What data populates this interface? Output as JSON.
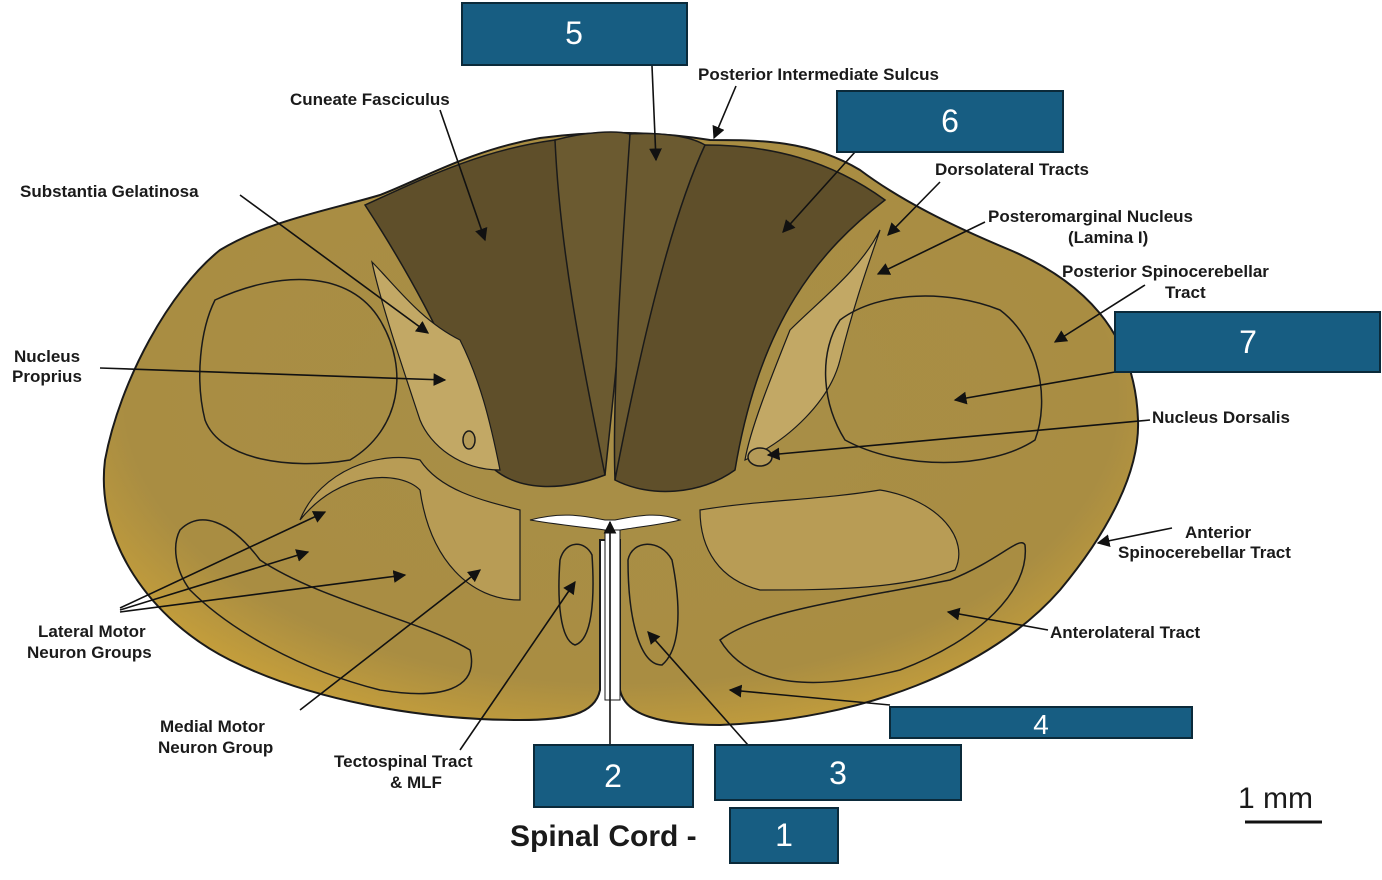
{
  "title": "Spinal Cord - ",
  "scale_bar": "1 mm",
  "colors": {
    "tissue_light": "#b39a50",
    "tissue_mid": "#9c8240",
    "tissue_dark": "#5f4f2a",
    "tissue_edge": "#c9a13a",
    "box_fill": "#175d82",
    "outline": "#1a1a1a"
  },
  "labels": {
    "posterior_intermediate_sulcus": "Posterior Intermediate  Sulcus",
    "cuneate_fasciculus": "Cuneate Fasciculus",
    "substantia_gelatinosa": "Substantia Gelatinosa",
    "nucleus_proprius_1": "Nucleus",
    "nucleus_proprius_2": "Proprius",
    "dorsolateral_tracts": "Dorsolateral Tracts",
    "posteromarginal_1": "Posteromarginal Nucleus",
    "posteromarginal_2": "(Lamina I)",
    "post_spinocerebellar_1": "Posterior Spinocerebellar",
    "post_spinocerebellar_2": "Tract",
    "nucleus_dorsalis": "Nucleus Dorsalis",
    "ant_spinocerebellar_1": "Anterior",
    "ant_spinocerebellar_2": "Spinocerebellar Tract",
    "anterolateral_tract": "Anterolateral Tract",
    "lateral_motor_1": "Lateral Motor",
    "lateral_motor_2": "Neuron Groups",
    "medial_motor_1": "Medial Motor",
    "medial_motor_2": "Neuron Group",
    "tectospinal_1": "Tectospinal Tract",
    "tectospinal_2": "& MLF"
  },
  "answer_boxes": [
    {
      "id": "5",
      "number": "5"
    },
    {
      "id": "6",
      "number": "6"
    },
    {
      "id": "7",
      "number": "7"
    },
    {
      "id": "4",
      "number": "4"
    },
    {
      "id": "2",
      "number": "2"
    },
    {
      "id": "3",
      "number": "3"
    },
    {
      "id": "1",
      "number": "1"
    }
  ]
}
